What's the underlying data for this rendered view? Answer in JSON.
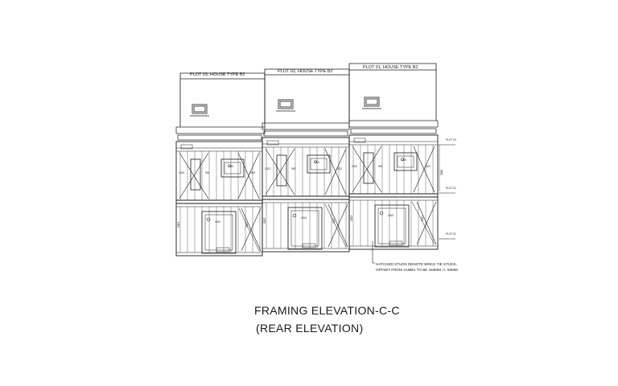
{
  "drawing": {
    "title": "FRAMING ELEVATION-C-C",
    "subtitle": "(REAR ELEVATION)",
    "plots": [
      {
        "label": "PLOT 03, HOUSE TYPE B2"
      },
      {
        "label": "PLOT 02, HOUSE TYPE B2"
      },
      {
        "label": "PLOT 01, HOUSE TYPE B2"
      }
    ],
    "note_line1": "HATCHED STUDS DENOTE BRICK TIE STUDS,",
    "note_line2": "OFFSET FROM JAMBS TO BE 150MM +/- 50MM",
    "level_markers": [
      "PLOT 03",
      "PLOT 02",
      "PLOT 01"
    ],
    "dimensions": [
      "1022",
      "1260",
      "1022",
      "1610",
      "2097",
      "1003",
      "2080",
      "900"
    ]
  }
}
